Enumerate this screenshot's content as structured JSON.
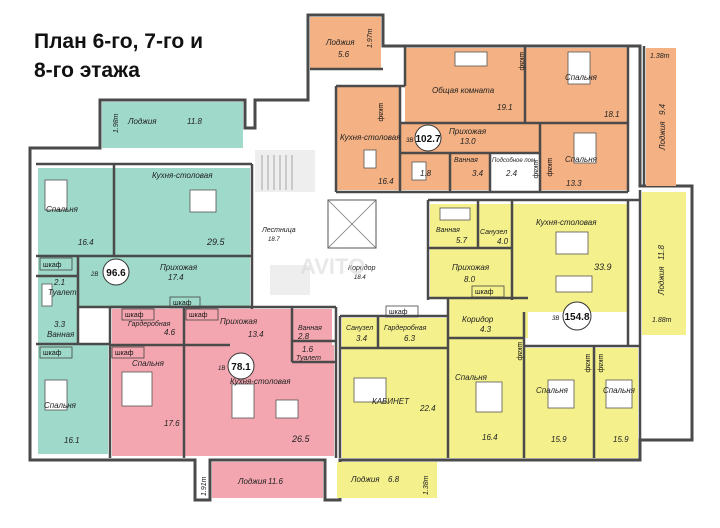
{
  "title_line1": "План 6-го, 7-го и",
  "title_line2": "8-го этажа",
  "watermark": "AVITO",
  "colors": {
    "orange": "#f4b183",
    "green": "#9ed9c9",
    "pink": "#f4a6b0",
    "yellow": "#f4f08c",
    "wall": "#4a4a4a",
    "grey": "#dcdcdc"
  },
  "apartments": {
    "orange": {
      "badge": "102.7",
      "rooms": "3B"
    },
    "green": {
      "badge": "96.6",
      "rooms": "2B"
    },
    "pink": {
      "badge": "78.1",
      "rooms": "1B"
    },
    "yellow": {
      "badge": "154.8",
      "rooms": "3B"
    }
  },
  "rooms": {
    "loggia_top_left": "Лоджия",
    "loggia_top_left_area": "5.6",
    "loggia_top_left_dim": "1.97m",
    "living": "Общая комната",
    "living_area": "19.1",
    "bedroom_tr": "Спальня",
    "bedroom_tr_area": "18.1",
    "loggia_right": "Лоджия",
    "loggia_right_area": "9.4",
    "loggia_right_dim": "1.38m",
    "kitchen_or": "Кухня-столовая",
    "kitchen_or_area": "16.4",
    "hall_or": "Прихожая",
    "hall_or_area": "13.0",
    "bath_or": "Ванная",
    "bath_or_area": "3.4",
    "wc_or_area": "1.8",
    "utility": "Подсобное пом.",
    "utility_area": "2.4",
    "bedroom_or2": "Спальня",
    "bedroom_or2_area": "13.3",
    "loggia_green": "Лоджия",
    "loggia_green_area": "11.8",
    "loggia_green_dim": "1.98m",
    "kitchen_gr": "Кухня-столовая",
    "kitchen_gr_area": "29.5",
    "bedroom_gr": "Спальня",
    "bedroom_gr_area": "16.4",
    "hall_gr": "Прихожая",
    "hall_gr_area": "17.4",
    "wc_gr": "Туалет",
    "wc_gr_area": "2.1",
    "bath_gr": "Ванная",
    "bath_gr_area": "3.3",
    "bedroom_gr2": "Спальня",
    "bedroom_gr2_area": "16.1",
    "stairs": "Лестница",
    "stairs_area": "18.7",
    "corridor": "Коридор",
    "corridor_area": "18.4",
    "kitchen_ye": "Кухня-столовая",
    "kitchen_ye_area": "33.9",
    "bath_ye": "Ванная",
    "bath_ye_area": "5.7",
    "wc_ye": "Санузел",
    "wc_ye_area": "4.0",
    "hall_ye": "Прихожая",
    "hall_ye_area": "8.0",
    "loggia_ye": "Лоджия",
    "loggia_ye_area": "11.8",
    "loggia_ye_dim": "1.88m",
    "corr_ye": "Коридор",
    "corr_ye_area": "4.3",
    "wc_ye2": "Санузел",
    "wc_ye2_area": "3.4",
    "dress_ye": "Гардеробная",
    "dress_ye_area": "6.3",
    "office": "КАБИНЕТ",
    "office_area": "22.4",
    "bedroom_ye1": "Спальня",
    "bedroom_ye1_area": "16.4",
    "bedroom_ye2": "Спальня",
    "bedroom_ye2_area": "15.9",
    "bedroom_ye3": "Спальня",
    "bedroom_ye3_area": "15.9",
    "dress_pk": "Гардеробная",
    "dress_pk_area": "4.6",
    "hall_pk": "Прихожая",
    "hall_pk_area": "13.4",
    "bath_pk": "Ванная",
    "bath_pk_area": "2.8",
    "wc_pk": "Туалет",
    "wc_pk_area": "1.6",
    "bedroom_pk": "Спальня",
    "bedroom_pk_area": "17.6",
    "kitchen_pk": "Кухня-столовая",
    "kitchen_pk_area": "26.5",
    "loggia_pk": "Лоджия",
    "loggia_pk_area": "11.6",
    "loggia_pk_dim": "1.91m",
    "loggia_bot": "Лоджия",
    "loggia_bot_area": "6.8",
    "loggia_bot_dim": "1.38m"
  },
  "closet": "шкаф"
}
